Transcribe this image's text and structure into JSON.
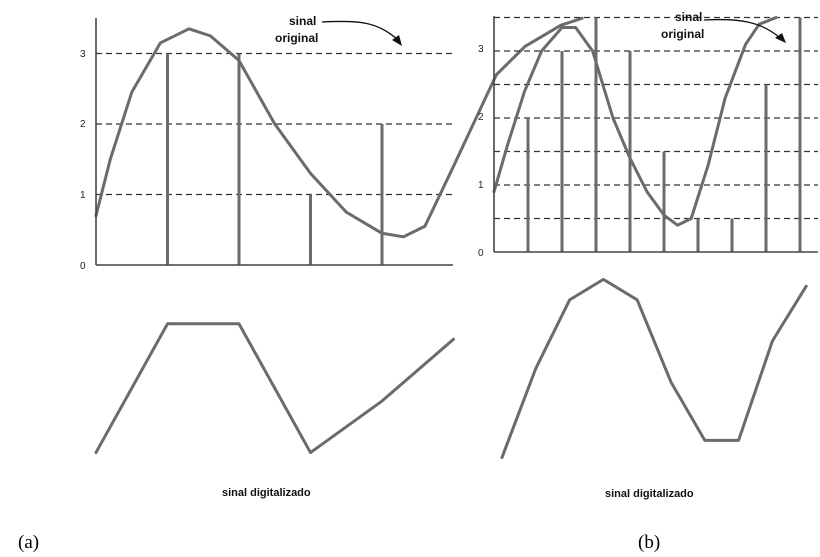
{
  "panels": [
    {
      "id": "a",
      "label": "(a)",
      "annotation_line1": "sinal",
      "annotation_line2": "original",
      "caption": "sinal digitalizado",
      "y_ticks": [
        "0",
        "1",
        "2",
        "3"
      ],
      "gridlines": [
        1,
        2,
        3
      ],
      "original_signal": [
        [
          0,
          0.7
        ],
        [
          0.2,
          1.5
        ],
        [
          0.5,
          2.45
        ],
        [
          0.9,
          3.15
        ],
        [
          1.3,
          3.35
        ],
        [
          1.6,
          3.25
        ],
        [
          2.0,
          2.9
        ],
        [
          2.5,
          2.0
        ],
        [
          3.0,
          1.3
        ],
        [
          3.5,
          0.75
        ],
        [
          4.0,
          0.45
        ],
        [
          4.3,
          0.4
        ],
        [
          4.6,
          0.55
        ],
        [
          5.0,
          1.4
        ],
        [
          5.6,
          2.7
        ],
        [
          6.0,
          3.1
        ],
        [
          6.5,
          3.4
        ],
        [
          6.8,
          3.5
        ]
      ],
      "samples": [
        [
          1,
          3
        ],
        [
          2,
          3
        ],
        [
          3,
          1
        ],
        [
          4,
          2
        ]
      ],
      "digitized": [
        [
          0,
          0.3
        ],
        [
          1,
          2.8
        ],
        [
          2,
          2.8
        ],
        [
          3,
          0.3
        ],
        [
          4,
          1.3
        ],
        [
          5,
          2.5
        ]
      ]
    },
    {
      "id": "b",
      "label": "(b)",
      "annotation_line1": "sinal",
      "annotation_line2": "original",
      "caption": "sinal digitalizado",
      "y_ticks": [
        "0",
        "1",
        "2",
        "3"
      ],
      "gridlines": [
        0.5,
        1,
        1.5,
        2,
        2.5,
        3,
        3.5
      ],
      "original_signal": [
        [
          0,
          0.9
        ],
        [
          0.4,
          1.6
        ],
        [
          0.9,
          2.4
        ],
        [
          1.4,
          3.0
        ],
        [
          2.0,
          3.35
        ],
        [
          2.4,
          3.35
        ],
        [
          2.9,
          3.0
        ],
        [
          3.5,
          2.0
        ],
        [
          4.0,
          1.4
        ],
        [
          4.5,
          0.9
        ],
        [
          5.0,
          0.55
        ],
        [
          5.4,
          0.4
        ],
        [
          5.8,
          0.5
        ],
        [
          6.3,
          1.3
        ],
        [
          6.8,
          2.3
        ],
        [
          7.4,
          3.1
        ],
        [
          7.8,
          3.4
        ],
        [
          8.3,
          3.5
        ]
      ],
      "samples": [
        [
          1,
          2
        ],
        [
          2,
          3
        ],
        [
          3,
          3.5
        ],
        [
          4,
          3
        ],
        [
          5,
          1.5
        ],
        [
          6,
          0.5
        ],
        [
          7,
          0.5
        ],
        [
          8,
          2.5
        ],
        [
          9,
          3.5
        ]
      ],
      "digitized": [
        [
          0,
          0.3
        ],
        [
          1,
          1.6
        ],
        [
          2,
          2.6
        ],
        [
          3,
          2.9
        ],
        [
          4,
          2.6
        ],
        [
          5,
          1.4
        ],
        [
          6,
          0.55
        ],
        [
          7,
          0.55
        ],
        [
          8,
          2.0
        ],
        [
          9,
          2.8
        ]
      ]
    }
  ]
}
